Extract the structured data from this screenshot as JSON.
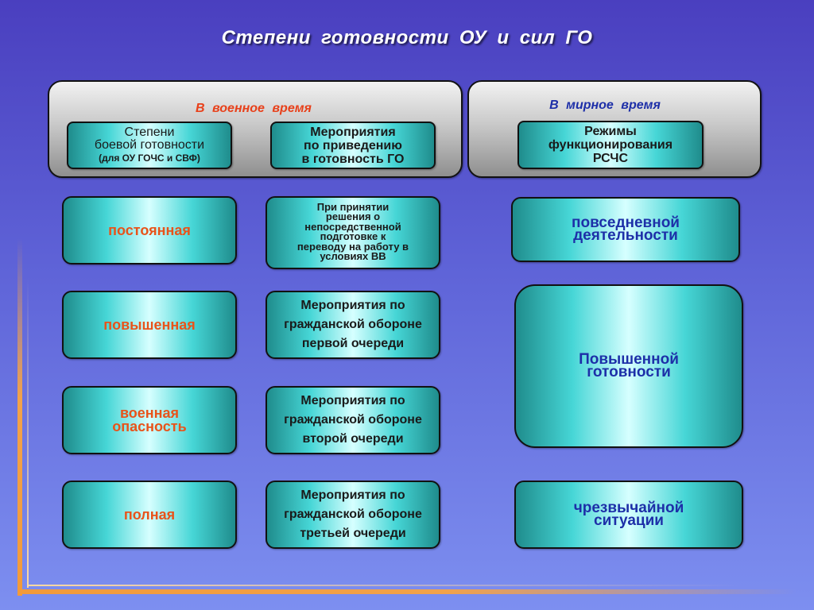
{
  "title": "Степени готовности ОУ и сил ГО",
  "wartime": {
    "heading": "В военное время",
    "degrees_box": {
      "line1": "Степени",
      "line2": "боевой готовности",
      "line3": "(для ОУ ГОЧС и СВФ)"
    },
    "measures_box": {
      "line1": "Мероприятия",
      "line2": "по приведению",
      "line3": "в готовность ГО"
    }
  },
  "peacetime": {
    "heading": "В мирное время",
    "modes_box": {
      "line1": "Режимы",
      "line2": "функционирования",
      "line3": "РСЧС"
    }
  },
  "readiness_levels": [
    {
      "line1": "постоянная",
      "line2": ""
    },
    {
      "line1": "повышенная",
      "line2": ""
    },
    {
      "line1": "военная",
      "line2": "опасность"
    },
    {
      "line1": "полная",
      "line2": ""
    }
  ],
  "measures": [
    {
      "lines": [
        "При принятии",
        "решения о",
        "непосредственной",
        "подготовке к",
        "переводу на работу в",
        "условиях ВВ"
      ]
    },
    {
      "lines": [
        "Мероприятия по",
        "гражданской обороне",
        "первой очереди"
      ]
    },
    {
      "lines": [
        "Мероприятия по",
        "гражданской обороне",
        "второй очереди"
      ]
    },
    {
      "lines": [
        "Мероприятия по",
        "гражданской обороне",
        "третьей очереди"
      ]
    }
  ],
  "rschs_modes": [
    {
      "line1": "повседневной",
      "line2": "деятельности"
    },
    {
      "line1": "Повышенной",
      "line2": "готовности"
    },
    {
      "line1": "чрезвычайной",
      "line2": "ситуации"
    }
  ],
  "colors": {
    "background": "#5f64d8",
    "box_teal": "#46d6d6",
    "orange_text": "#e8531a",
    "blue_text": "#1d2fa8",
    "frame_orange": "#f2a24a"
  }
}
